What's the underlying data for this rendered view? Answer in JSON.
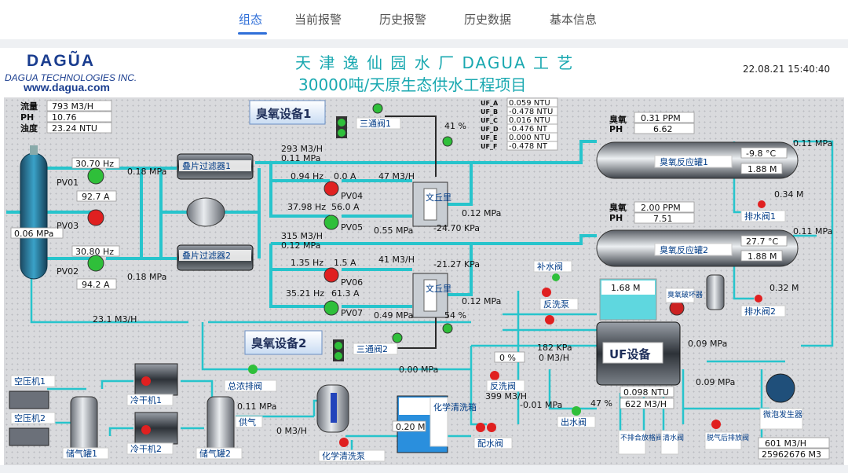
{
  "nav": {
    "tabs": [
      "组态",
      "当前报警",
      "历史报警",
      "历史数据",
      "基本信息"
    ],
    "active": 0
  },
  "header": {
    "logo_main": "DAGŨA",
    "logo_company": "DAGUA TECHNOLOGIES INC.",
    "logo_url": "www.dagua.com",
    "title_line1": "天 津 逸 仙 园 水 厂 DAGUA 工 艺",
    "title_line2": "30000吨/天原生态供水工程项目",
    "datetime": "22.08.21 15:40:40"
  },
  "colors": {
    "pipe": "#27c4cc",
    "accent": "#2f6fd8",
    "title": "#19a8b0",
    "label_text": "#003b86",
    "pump_on": "#2fbf3a",
    "pump_off": "#e02020"
  },
  "inlet": {
    "flow_label": "流量",
    "flow": "793 M3/H",
    "ph_label": "PH",
    "ph": "10.76",
    "turb_label": "浊度",
    "turb": "23.24 NTU",
    "tank_pressure": "0.06 MPa",
    "return_flow": "23.1 M3/H"
  },
  "pumps": {
    "pv01": {
      "name": "PV01",
      "hz": "30.70 Hz",
      "a": "92.7 A"
    },
    "pv03": {
      "name": "PV03"
    },
    "pv02": {
      "name": "PV02",
      "hz": "30.80 Hz",
      "a": "94.2 A"
    },
    "pv04": {
      "name": "PV04",
      "hz": "0.94 Hz",
      "a": "0.0 A"
    },
    "pv05": {
      "name": "PV05",
      "hz": "37.98 Hz",
      "a": "56.0 A"
    },
    "pv06": {
      "name": "PV06",
      "hz": "1.35 Hz",
      "a": "1.5 A"
    },
    "pv07": {
      "name": "PV07",
      "hz": "35.21 Hz",
      "a": "61.3 A"
    },
    "pump_out_p1": "0.18 MPa",
    "pump_out_p2": "0.18 MPa"
  },
  "filters": {
    "f1": "叠片过滤器1",
    "f2": "叠片过滤器2"
  },
  "line1": {
    "flow": "293 M3/H",
    "pressure": "0.11 MPa",
    "branch_flow": "47 M3/H",
    "p_after": "0.55 MPa",
    "venturi_out": "0.12 MPa",
    "vacuum": "-24.70 KPa",
    "venturi": "文丘里"
  },
  "line2": {
    "flow": "315 M3/H",
    "pressure": "0.12 MPa",
    "branch_flow": "41 M3/H",
    "p_after": "0.49 MPa",
    "venturi_out": "0.12 MPa",
    "vacuum": "-21.27 KPa",
    "venturi": "文丘里"
  },
  "ozone": {
    "dev1": "臭氧设备1",
    "dev2": "臭氧设备2",
    "valve1": "三通阀1",
    "valve2": "三通阀2",
    "valve1_pct": "41 %",
    "valve2_pct": "54 %"
  },
  "uf_turb": [
    {
      "k": "UF_A",
      "v": "0.059 NTU"
    },
    {
      "k": "UF_B",
      "v": "-0.478 NTU"
    },
    {
      "k": "UF_C",
      "v": "0.016 NTU"
    },
    {
      "k": "UF_D",
      "v": "-0.476 NT"
    },
    {
      "k": "UF_E",
      "v": "0.000 NTU"
    },
    {
      "k": "UF_F",
      "v": "-0.478 NT"
    }
  ],
  "reactor1": {
    "name": "臭氧反应罐1",
    "o3_label": "臭氧",
    "o3": "0.31 PPM",
    "ph_label": "PH",
    "ph": "6.62",
    "temp": "-9.8 °C",
    "level": "1.88 M",
    "p_out": "0.11 MPa",
    "drain_p": "0.34 M",
    "drain": "排水阀1"
  },
  "reactor2": {
    "name": "臭氧反应罐2",
    "o3_label": "臭氧",
    "o3": "2.00 PPM",
    "ph_label": "PH",
    "ph": "7.51",
    "temp": "27.7 °C",
    "level": "1.88 M",
    "p_out": "0.11 MPa",
    "drain_p": "0.32 M",
    "drain": "排水阀2"
  },
  "uf": {
    "name": "UF设备",
    "tank_level": "1.68 M",
    "breaker": "臭氧破坏器",
    "make_up": "补水阀",
    "backwash_pump": "反洗泵",
    "inlet_p": "182 KPa",
    "flow_a": "0 M3/H",
    "pct_a": "0 %",
    "p_right": "0.09 MPa",
    "backwash_valve": "反洗阀",
    "bw_flow": "399 M3/H",
    "bw_p": "-0.01 MPa",
    "pct_b": "47 %",
    "out_turb": "0.098 NTU",
    "out_flow": "622 M3/H",
    "out_valve": "出水阀",
    "dv1": "不排合放格阀",
    "dv2": "清水阀",
    "degas": "脱气后排放阀",
    "p2": "0.09 MPa",
    "micro": "微泡发生器",
    "total_rate": "601 M3/H",
    "total": "25962676 M3"
  },
  "air": {
    "c1": "空压机1",
    "c2": "空压机2",
    "d1": "冷干机1",
    "d2": "冷干机2",
    "t1": "储气罐1",
    "t2": "储气罐2",
    "supply": "供气",
    "supply_p": "0.11 MPa",
    "drain": "总浓排阀",
    "drain_p": "0.00 MPa"
  },
  "chem": {
    "flow": "0 M3/H",
    "pump": "化学清洗泵",
    "level": "0.20 M",
    "tank": "化学清洗箱",
    "valve": "配水阀"
  }
}
